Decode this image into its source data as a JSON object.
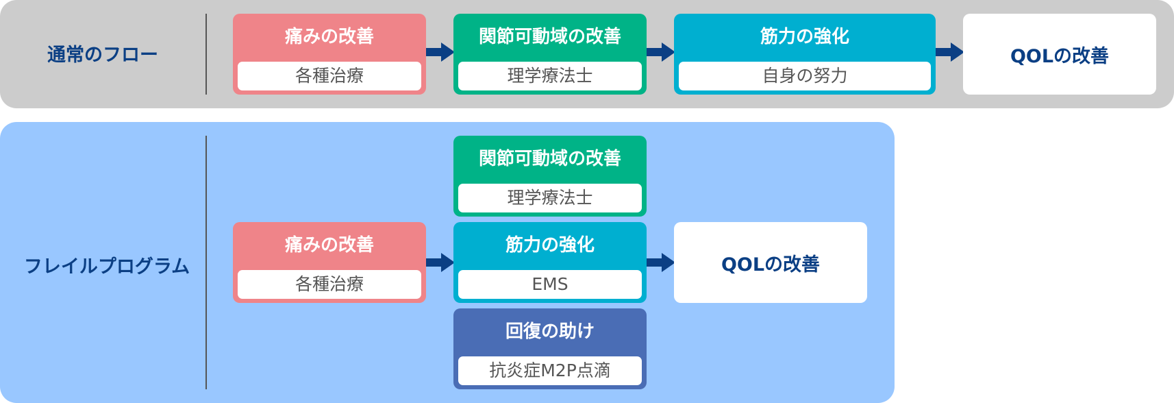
{
  "colors": {
    "pink": "#ef8489",
    "green": "#00b387",
    "cyan": "#00afd0",
    "blue": "#4a6db5",
    "navy": "#0b3f84",
    "gray_panel": "#cccccc",
    "light_blue_panel": "#99c7ff"
  },
  "normal_flow": {
    "label": "通常のフロー",
    "steps": [
      {
        "title": "痛みの改善",
        "sub": "各種治療"
      },
      {
        "title": "関節可動域の改善",
        "sub": "理学療法士"
      },
      {
        "title": "筋力の強化",
        "sub": "自身の努力"
      }
    ],
    "result": "QOLの改善"
  },
  "frail_program": {
    "label": "フレイルプログラム",
    "step1": {
      "title": "痛みの改善",
      "sub": "各種治療"
    },
    "parallel": [
      {
        "title": "関節可動域の改善",
        "sub": "理学療法士"
      },
      {
        "title": "筋力の強化",
        "sub": "EMS"
      },
      {
        "title": "回復の助け",
        "sub": "抗炎症M2P点滴"
      }
    ],
    "result": "QOLの改善"
  }
}
